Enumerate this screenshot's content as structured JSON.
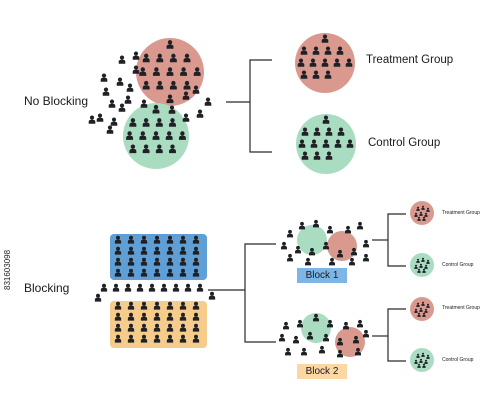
{
  "labels": {
    "no_blocking": "No Blocking",
    "blocking": "Blocking",
    "treatment_group": "Treatment Group",
    "control_group": "Control Group",
    "block1": "Block 1",
    "block2": "Block 2",
    "small_treatment": "Treatment Group",
    "small_control": "Control Group"
  },
  "watermark": "831603098",
  "colors": {
    "treatment": "#d9998f",
    "control": "#a9dcc1",
    "block_blue": "#5f9fd6",
    "block_orange": "#f6cc8c",
    "tag_blue": "#7db6e6",
    "tag_orange": "#fbd8a3",
    "person": "#1f2126",
    "line": "#2a2a2a"
  },
  "icons": {
    "person": "person-icon"
  }
}
